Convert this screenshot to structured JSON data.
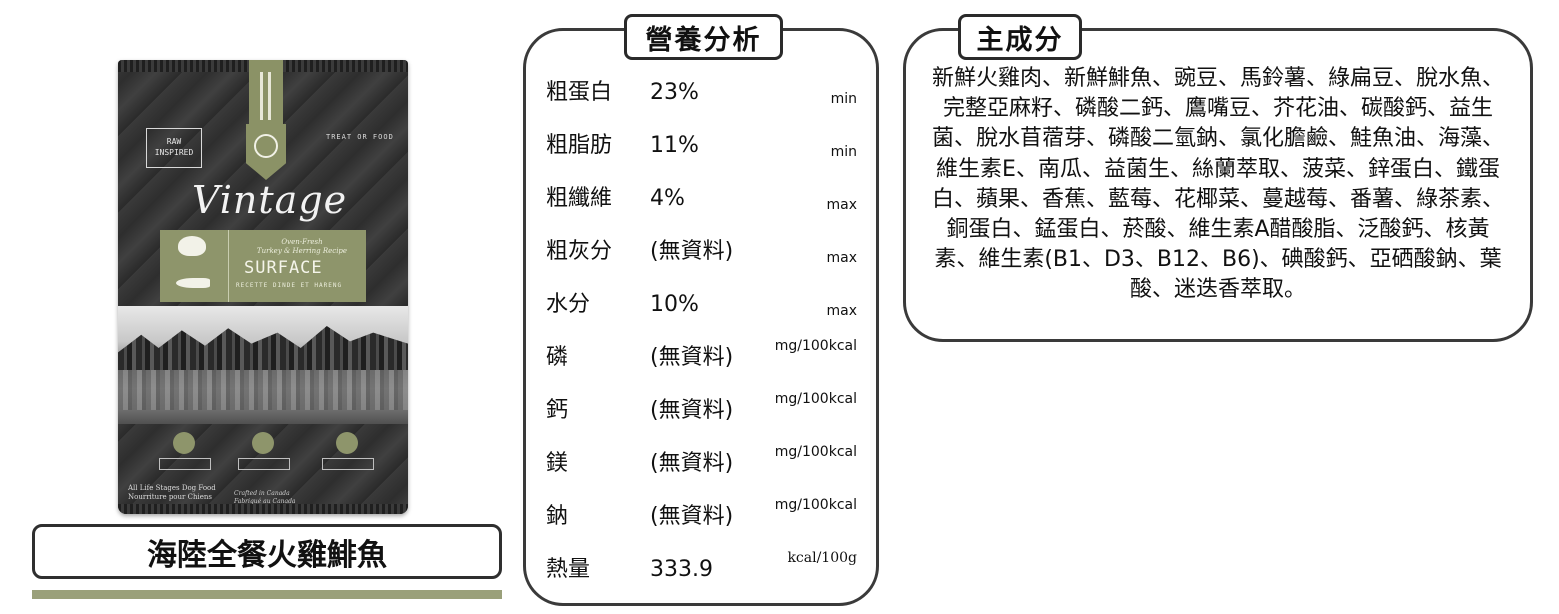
{
  "product": {
    "name": "海陸全餐火雞鯡魚",
    "bag": {
      "brand": "Vintage",
      "badge_raw": "RAW\nINSPIRED",
      "treat_text": "TREAT OR FOOD",
      "panel_script": "Oven-Fresh\nTurkey & Herring Recipe",
      "recipe_name": "SURFACE",
      "recipe_sub": "RECETTE DINDE ET HARENG",
      "footer_text": "All Life Stages Dog Food\nNourriture pour Chiens",
      "crafted_text": "Crafted in Canada\nFabriqué au Canada"
    }
  },
  "nutrition": {
    "title": "營養分析",
    "rows": [
      {
        "label": "粗蛋白",
        "value": "23%",
        "unit": "min"
      },
      {
        "label": "粗脂肪",
        "value": "11%",
        "unit": "min"
      },
      {
        "label": "粗纖維",
        "value": "4%",
        "unit": "max"
      },
      {
        "label": "粗灰分",
        "value": "(無資料)",
        "unit": "max"
      },
      {
        "label": "水分",
        "value": "10%",
        "unit": "max"
      },
      {
        "label": "磷",
        "value": "(無資料)",
        "unit": "mg/100kcal"
      },
      {
        "label": "鈣",
        "value": "(無資料)",
        "unit": "mg/100kcal"
      },
      {
        "label": "鎂",
        "value": "(無資料)",
        "unit": "mg/100kcal"
      },
      {
        "label": "鈉",
        "value": "(無資料)",
        "unit": "mg/100kcal"
      },
      {
        "label": "熱量",
        "value": "333.9",
        "unit": "kcal/100g"
      }
    ]
  },
  "ingredients": {
    "title": "主成分",
    "text": "新鮮火雞肉、新鮮鯡魚、豌豆、馬鈴薯、綠扁豆、脫水魚、完整亞麻籽、磷酸二鈣、鷹嘴豆、芥花油、碳酸鈣、益生菌、脫水苜蓿芽、磷酸二氫鈉、氯化膽鹼、鮭魚油、海藻、維生素E、南瓜、益菌生、絲蘭萃取、菠菜、鋅蛋白、鐵蛋白、蘋果、香蕉、藍莓、花椰菜、蔓越莓、番薯、綠茶素、銅蛋白、錳蛋白、菸酸、維生素A醋酸脂、泛酸鈣、核黃素、維生素(B1、D3、B12、B6)、碘酸鈣、亞硒酸鈉、葉酸、迷迭香萃取。"
  },
  "colors": {
    "accent_green": "#9aa07a",
    "border": "#3a3a3a"
  }
}
